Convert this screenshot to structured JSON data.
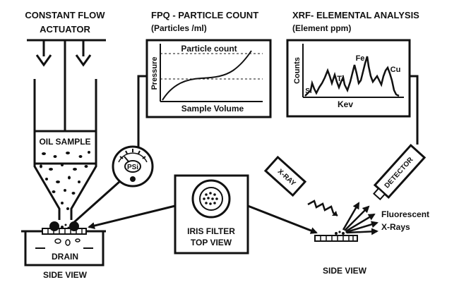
{
  "labels": {
    "actuator_line1": "CONSTANT FLOW",
    "actuator_line2": "ACTUATOR",
    "oil_sample": "OIL SAMPLE",
    "psi": "PSi",
    "drain": "DRAIN",
    "side_view_left": "SIDE VIEW",
    "side_view_right": "SIDE VIEW",
    "iris_line1": "IRIS FILTER",
    "iris_line2": "TOP VIEW",
    "xray": "X-RAY",
    "detector": "DETECTOR",
    "fluorescent_line1": "Fluorescent",
    "fluorescent_line2": "X-Rays"
  },
  "fpq_panel": {
    "title_line1": "FPQ - PARTICLE COUNT",
    "title_line2": "(Particles /ml)",
    "ylabel": "Pressure",
    "xlabel": "Sample Volume",
    "curve_label": "Particle count"
  },
  "xrf_panel": {
    "title_line1": "XRF- ELEMENTAL ANALYSIS",
    "title_line2": "(Element ppm)",
    "ylabel": "Counts",
    "xlabel": "Kev",
    "peaks": [
      "Si",
      "Ti",
      "Fe",
      "Cu"
    ]
  },
  "colors": {
    "ink": "#111111",
    "background": "#ffffff",
    "panel_fill": "#ffffff"
  }
}
